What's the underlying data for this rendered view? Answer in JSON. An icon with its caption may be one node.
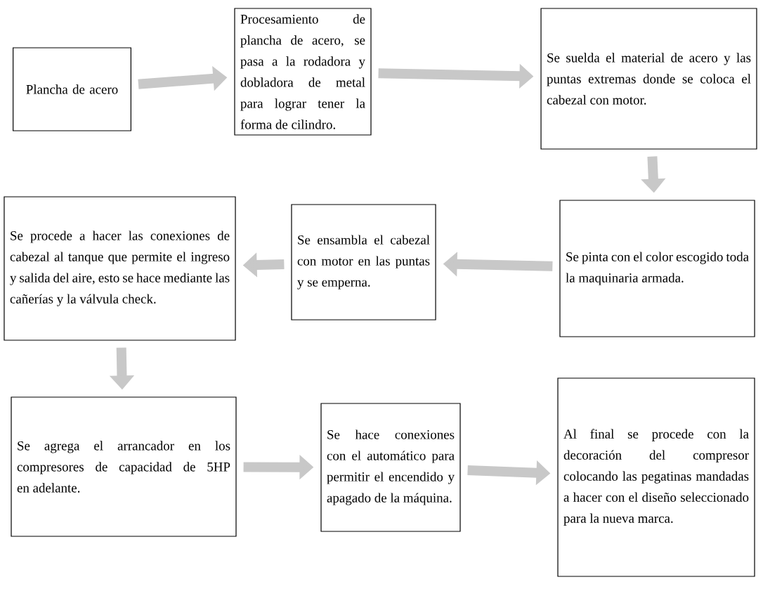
{
  "diagram": {
    "nodes": [
      {
        "text": [
          "Plancha de acero"
        ]
      },
      {
        "text": [
          "Procesamiento de plancha de acero, se pasa a la rodadora y dobladora de metal para lograr tener la forma de cilindro."
        ]
      },
      {
        "text": [
          "Se suelda el material de acero y las puntas extremas donde se coloca el cabezal con motor."
        ]
      },
      {
        "text": [
          "Se pinta con el color escogido toda la maquinaria armada."
        ]
      },
      {
        "text": [
          "Se ensambla el cabezal con motor en las puntas y se emperna."
        ]
      },
      {
        "text": [
          "Se procede a hacer las conexiones de cabezal al tanque que permite el ingreso y salida del aire, esto se hace mediante las cañerías y la válvula check."
        ]
      },
      {
        "text": [
          "Se agrega el arrancador en los compresores de capacidad de 5HP en adelante."
        ]
      },
      {
        "text": [
          "Se hace conexiones con el automático para permitir el encendido y apagado de la máquina."
        ]
      },
      {
        "text": [
          "Al final se procede con la decoración del compresor colocando las pegatinas mandadas a hacer con el diseño seleccionado para la nueva marca."
        ]
      }
    ],
    "edges": [
      {
        "from": 0,
        "to": 1,
        "arrow": "to"
      },
      {
        "from": 1,
        "to": 2,
        "arrow": "to"
      },
      {
        "from": 2,
        "to": 3,
        "arrow": "to"
      },
      {
        "from": 3,
        "to": 4,
        "arrow": "to"
      },
      {
        "from": 4,
        "to": 5,
        "arrow": "to"
      },
      {
        "from": 5,
        "to": 6,
        "arrow": "to"
      },
      {
        "from": 6,
        "to": 7,
        "arrow": "to"
      },
      {
        "from": 7,
        "to": 8,
        "arrow": "to"
      }
    ]
  }
}
